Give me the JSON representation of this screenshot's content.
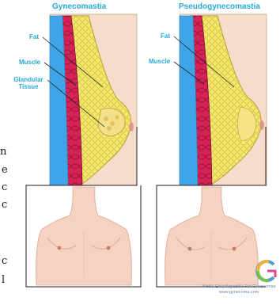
{
  "panels": [
    {
      "title": "Gynecomastia",
      "labels": {
        "fat": "Fat",
        "muscle": "Muscle",
        "glandular": "Glandular Tissue"
      }
    },
    {
      "title": "Pseudogynecomastia",
      "labels": {
        "fat": "Fat",
        "muscle": "Muscle"
      }
    }
  ],
  "background_text_fragments": [
    "n:",
    "e",
    "c",
    "c",
    "",
    "c",
    "l"
  ],
  "footer": {
    "logo_letter": "G",
    "line1": "Web's Encyclopaedia For Gynecomas",
    "line2": "www.gynecoma.com"
  },
  "colors": {
    "label": "#29a9d8",
    "skin": "#f3d8c7",
    "fat": "#f0e46a",
    "muscle": "#d8285a",
    "chest_wall": "#3fa5e8"
  }
}
